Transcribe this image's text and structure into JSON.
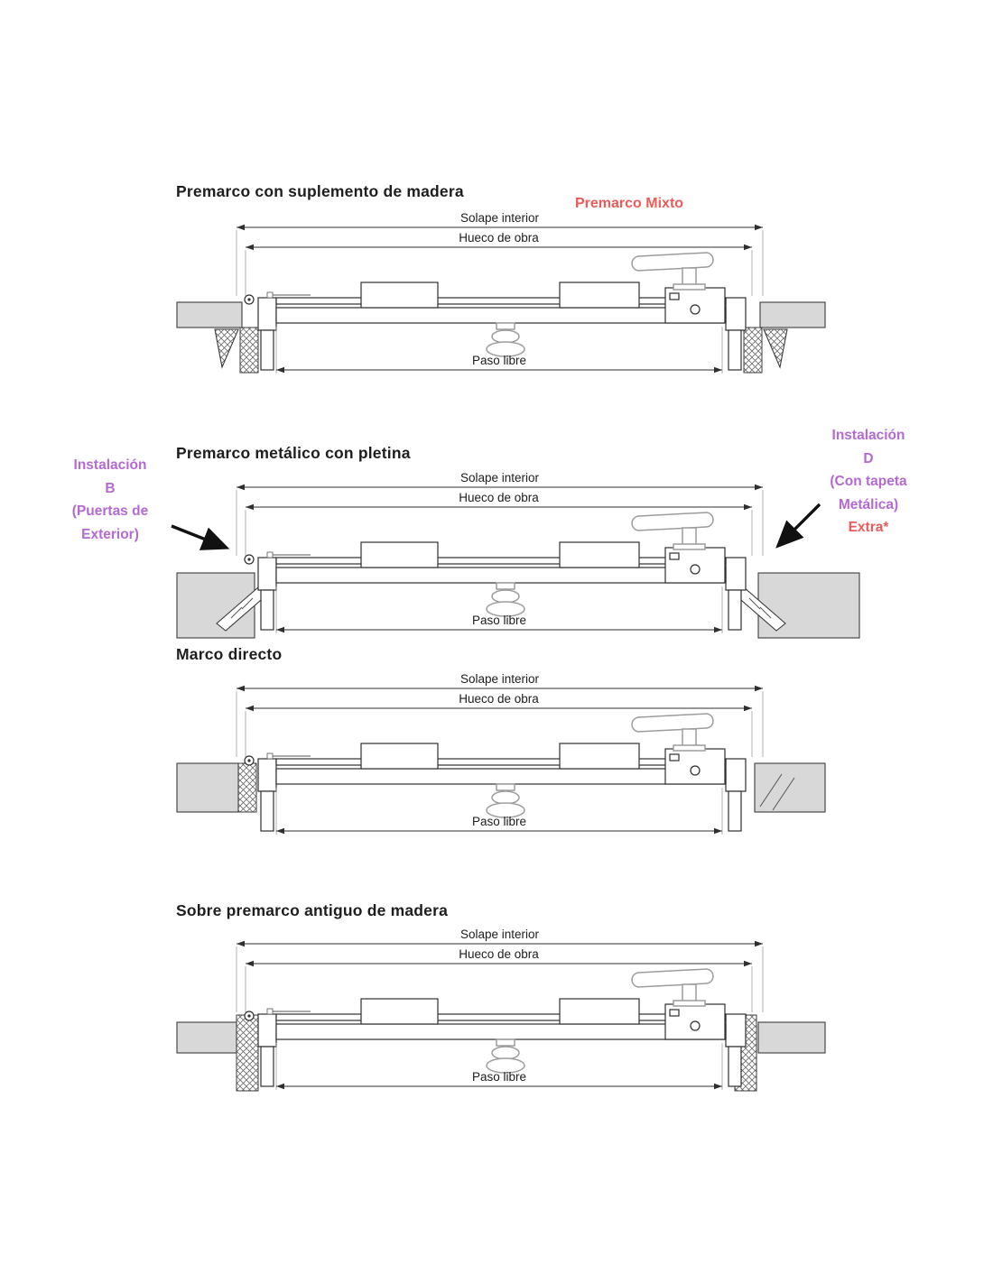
{
  "colors": {
    "red": "#ee5a5a",
    "purple": "#b46ad2",
    "ink": "#1e1e1e",
    "line": "#2f2f2f",
    "wall_gray": "#d8d8d8",
    "hardware_gray": "#9c9c9c"
  },
  "sections": [
    {
      "title": "Premarco con suplemento de madera",
      "tag": "Premarco Mixto",
      "dims": {
        "solape": "Solape interior",
        "hueco": "Hueco de obra",
        "paso": "Paso libre"
      }
    },
    {
      "title": "Premarco metálico con pletina",
      "dims": {
        "solape": "Solape interior",
        "hueco": "Hueco de obra",
        "paso": "Paso libre"
      }
    },
    {
      "title": "Marco directo",
      "dims": {
        "solape": "Solape interior",
        "hueco": "Hueco de obra",
        "paso": "Paso libre"
      }
    },
    {
      "title": "Sobre premarco antiguo de madera",
      "dims": {
        "solape": "Solape interior",
        "hueco": "Hueco de obra",
        "paso": "Paso libre"
      }
    }
  ],
  "annotations": {
    "left": {
      "lines": [
        "Instalación",
        "B",
        "(Puertas de",
        "Exterior)"
      ]
    },
    "right": {
      "lines": [
        "Instalación",
        "D",
        "(Con tapeta",
        "Metálica)"
      ],
      "extra": "Extra*"
    }
  }
}
